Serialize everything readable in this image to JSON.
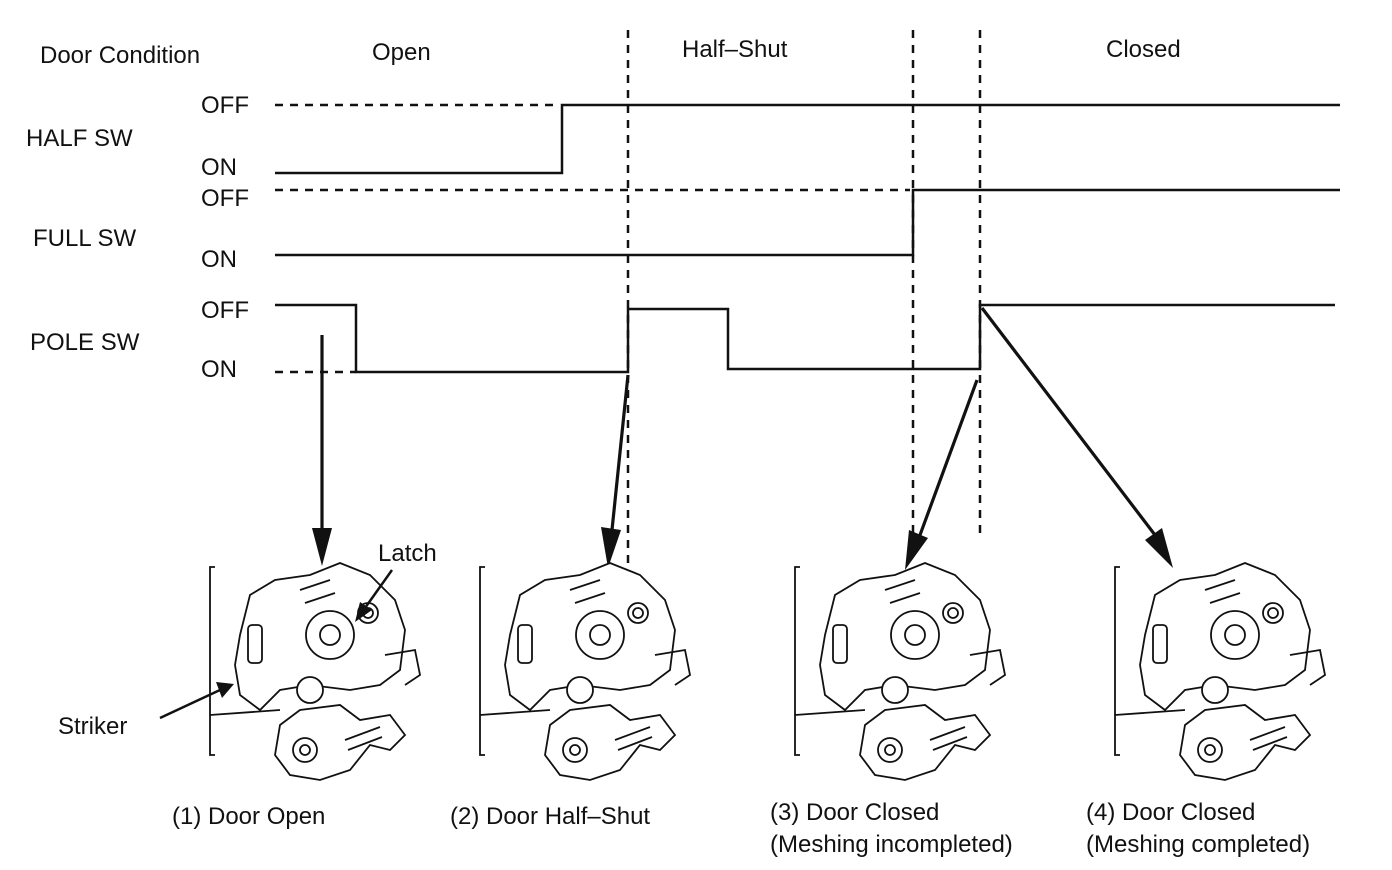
{
  "header": {
    "door_condition": "Door Condition",
    "open": "Open",
    "half_shut": "Half–Shut",
    "closed": "Closed"
  },
  "switches": {
    "half": {
      "name": "HALF SW",
      "off": "OFF",
      "on": "ON"
    },
    "full": {
      "name": "FULL SW",
      "off": "OFF",
      "on": "ON"
    },
    "pole": {
      "name": "POLE SW",
      "off": "OFF",
      "on": "ON"
    }
  },
  "callouts": {
    "latch": "Latch",
    "striker": "Striker"
  },
  "captions": {
    "c1": "(1) Door Open",
    "c2": "(2) Door Half–Shut",
    "c3_line1": "(3) Door Closed",
    "c3_line2": "(Meshing incompleted)",
    "c4_line1": "(4) Door Closed",
    "c4_line2": "(Meshing completed)"
  },
  "colors": {
    "ink": "#111111",
    "background": "#ffffff"
  }
}
